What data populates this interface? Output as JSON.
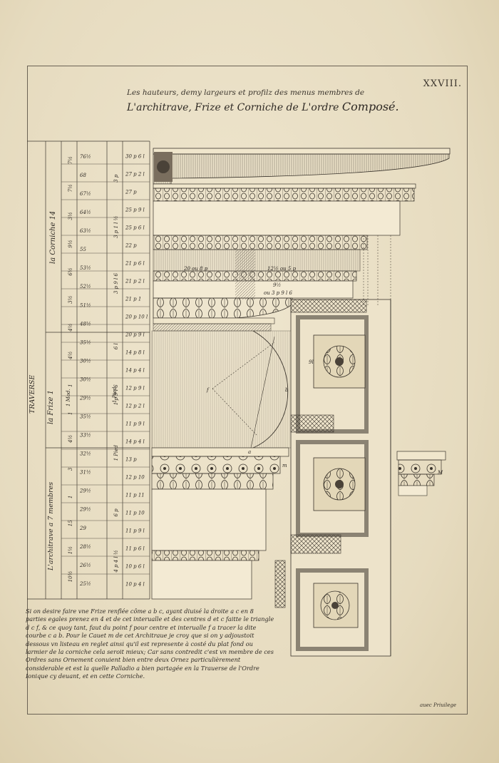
{
  "plate_number": "XXVIII.",
  "title": {
    "line1": "Les hauteurs, demy largeurs et profilz des menus membres de",
    "line2_a": "L'architrave, Frize et Corniche de L'ordre ",
    "line2_b": "Composé."
  },
  "labels": {
    "traverse": "TRAVERSE",
    "corniche": "la Corniche  14",
    "frize": "la Frize  1",
    "architrave": "L'architrave a 7 membres",
    "module": "1 Mod.",
    "pied": "1 Pied",
    "dim_20_ou_8p": "20   ou   8 p",
    "dim_12_ou_5p": "12½   ou   5 p",
    "dim_9_ou_3p": "9½",
    "dim_9_ou_3p_b": "ou 3 p 9 l 6",
    "letter_m": "m",
    "letter_M": "M",
    "letter_b": "b",
    "letter_a": "a",
    "letter_f": "f",
    "letter_9l": "9l"
  },
  "dimensions": {
    "col1": [
      "7½",
      "7½",
      "3½",
      "9½",
      "6½",
      "3½",
      "4½",
      "4½",
      "1",
      "1",
      "4½",
      "3",
      "1",
      "15",
      "1½",
      "10½"
    ],
    "col2": [
      "76½",
      "68",
      "67½",
      "64½",
      "63½",
      "55",
      "53½",
      "52½",
      "51½",
      "48½",
      "35½",
      "30½",
      "30½",
      "29½",
      "35½",
      "33½",
      "32½",
      "31½",
      "29½",
      "29½",
      "29",
      "28½",
      "26½",
      "25½"
    ],
    "col3": [
      "3 p",
      "3 p 1 l ½",
      "3 p 9 l 6",
      "6 l",
      "1 p 9 l 6",
      "1 Pied",
      "6 p",
      "4 p 4 l ½"
    ],
    "col4": [
      "30 p 6 l",
      "27 p 2 l",
      "27 p",
      "25 p 9 l",
      "25 p 6 l",
      "22 p",
      "21 p 6 l",
      "21 p 2 l",
      "21 p 1",
      "20 p 10 l",
      "20 p 9 l",
      "14 p 8 l",
      "14 p 4 l",
      "12 p 9 l",
      "12 p 2 l",
      "11 p 9 l",
      "14 p 4 l",
      "13 p",
      "12 p 10",
      "11 p 11",
      "11 p 10",
      "11 p 9 l",
      "11 p 6 l",
      "10 p 6 l",
      "10 p 4 l"
    ]
  },
  "caption": "Si on desire faire vne Frize renflée côme a b c, ayant diuisé la droite a c en 8 parties egales prenez en 4 et de cet interualle et des centres d et c faitte le triangle d c f, & ce quoy tant, faut du point f pour centre et interualle f a tracer la dite courbe c a b. Pour le Cauet m de cet Architraue je croy que si on y adjoustoit dessous vn listeau en reglet ainsi qu'il est represente à costé du plat fond ou larmier de la corniche cela seroit mieux; Car sans contredit c'est vn membre de ces Ordres sans Ornement conuient bien entre deux Ornez particulièrement considerable et est la quelle Palladio a bien partagée en la Trauerse de l'Ordre Ionique cy deuant, et en cette Corniche.",
  "privilege": "auec Priuilege"
}
